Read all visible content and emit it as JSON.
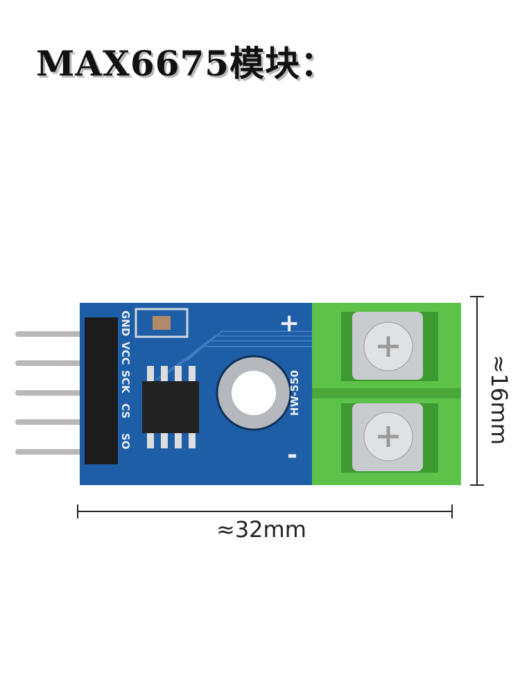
{
  "title": "MAX6675模块：",
  "board": {
    "pin_labels": [
      "GND",
      "VCC",
      "SCK",
      "CS",
      "SO"
    ],
    "model": "HW-550",
    "plus": "+",
    "minus": "-"
  },
  "dimensions": {
    "width": "≈32mm",
    "height": "≈16mm"
  },
  "colors": {
    "pcb": "#1e5ea6",
    "terminal": "#5cc24a",
    "header": "#1c1c1c"
  }
}
